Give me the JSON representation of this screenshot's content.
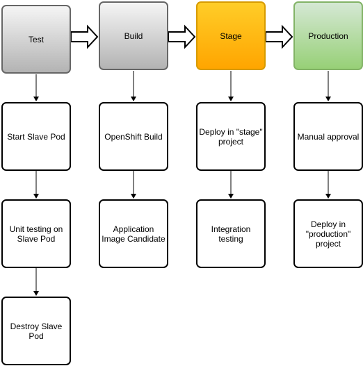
{
  "stages": [
    {
      "label": "Test"
    },
    {
      "label": "Build"
    },
    {
      "label": "Stage"
    },
    {
      "label": "Production"
    }
  ],
  "columns": [
    {
      "steps": [
        "Start Slave Pod",
        "Unit testing on Slave Pod",
        "Destroy Slave Pod"
      ]
    },
    {
      "steps": [
        "OpenShift Build",
        "Application Image Candidate"
      ]
    },
    {
      "steps": [
        "Deploy in \"stage\" project",
        "Integration testing"
      ]
    },
    {
      "steps": [
        "Manual approval",
        "Deploy in \"production\" project"
      ]
    }
  ],
  "colors": {
    "stage_default": "#c0c0c0",
    "stage_active": "#ffb300",
    "stage_done": "#97d077",
    "stroke": "#000000"
  }
}
